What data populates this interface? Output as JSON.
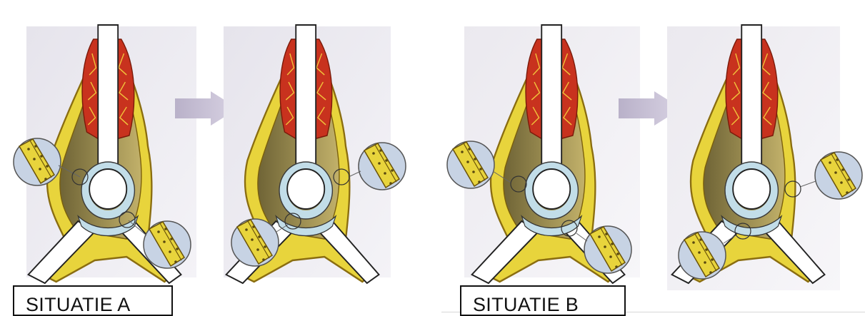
{
  "situations": [
    {
      "id": "A",
      "label": "SITUATIE A"
    },
    {
      "id": "B",
      "label": "SITUATIE B"
    }
  ],
  "colors": {
    "background_a": "#eceaf0",
    "background_b": "#f1eff2",
    "fascia_yellow": "#e8d43c",
    "fascia_outline": "#8a6d10",
    "muscle_red": "#c8321e",
    "cartilage_blue": "#c2dde8",
    "bone_white": "#ffffff",
    "joint_shadow": "#9b8a3a",
    "arrow": "#c9c2d6",
    "zoom_circle_bg": "#c7d3e4"
  },
  "icons": {
    "transition_arrow": "arrow-right-icon",
    "zoom_detail": "magnifier-detail-icon"
  }
}
